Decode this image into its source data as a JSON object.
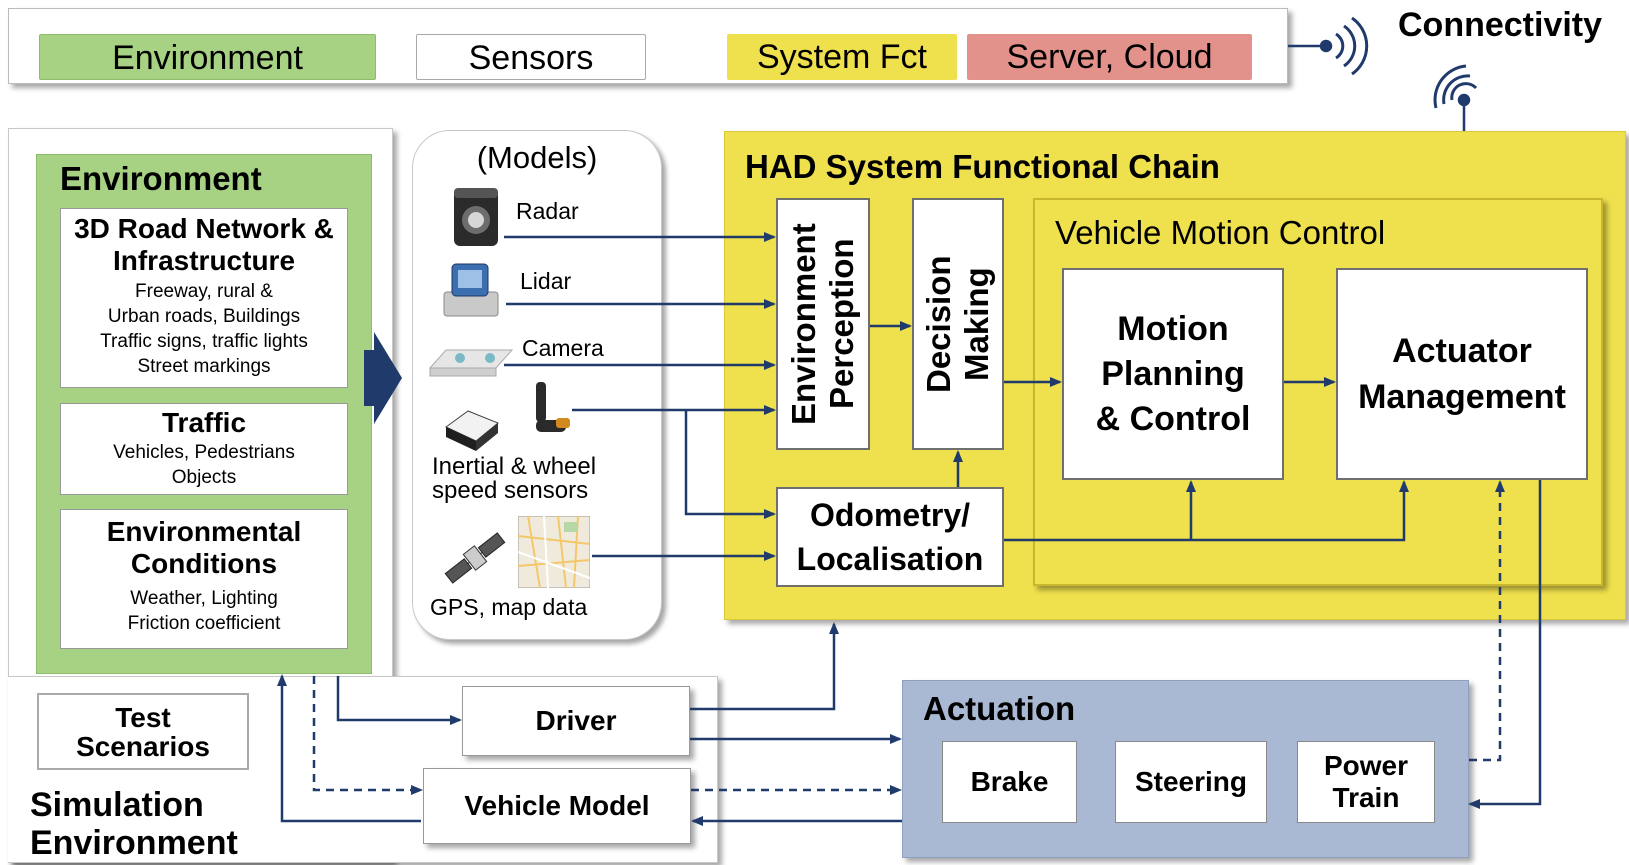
{
  "legend": {
    "environment": "Environment",
    "sensors": "Sensors",
    "system_fct": "System Fct",
    "server_cloud": "Server, Cloud"
  },
  "connectivity": "Connectivity",
  "simulation": {
    "title": "Simulation Environment",
    "test_scenarios": "Test Scenarios",
    "environment": {
      "title": "Environment",
      "road_network": {
        "title": "3D Road Network & Infrastructure",
        "lines": [
          "Freeway, rural &",
          "Urban roads, Buildings",
          "Traffic signs, traffic lights",
          "Street markings"
        ]
      },
      "traffic": {
        "title": "Traffic",
        "lines": [
          "Vehicles, Pedestrians",
          "Objects"
        ]
      },
      "conditions": {
        "title": "Environmental Conditions",
        "lines": [
          "Weather, Lighting",
          "Friction coefficient"
        ]
      }
    },
    "driver": "Driver",
    "vehicle_model": "Vehicle Model"
  },
  "sensors": {
    "header": "(Models)",
    "radar": "Radar",
    "lidar": "Lidar",
    "camera": "Camera",
    "inertial": "Inertial & wheel speed sensors",
    "gps": "GPS, map data"
  },
  "had": {
    "title": "HAD System Functional Chain",
    "env_perception": "Environment Perception",
    "decision_making": "Decision Making",
    "odometry": "Odometry/ Localisation",
    "vmc": {
      "title": "Vehicle Motion Control",
      "motion_planning": "Motion Planning & Control",
      "actuator_mgmt": "Actuator Management"
    }
  },
  "actuation": {
    "title": "Actuation",
    "brake": "Brake",
    "steering": "Steering",
    "power_train": "Power Train"
  },
  "colors": {
    "environment": "#a8d283",
    "system_fct": "#efe04d",
    "server_cloud": "#e2928a",
    "actuation": "#a9b9d3",
    "arrow": "#1f3a6b"
  },
  "icons": [
    "radar-icon",
    "lidar-icon",
    "camera-icon",
    "inertial-sensor-icon",
    "wheel-speed-sensor-icon",
    "gps-satellite-icon",
    "map-icon",
    "wifi-signal-icon"
  ]
}
